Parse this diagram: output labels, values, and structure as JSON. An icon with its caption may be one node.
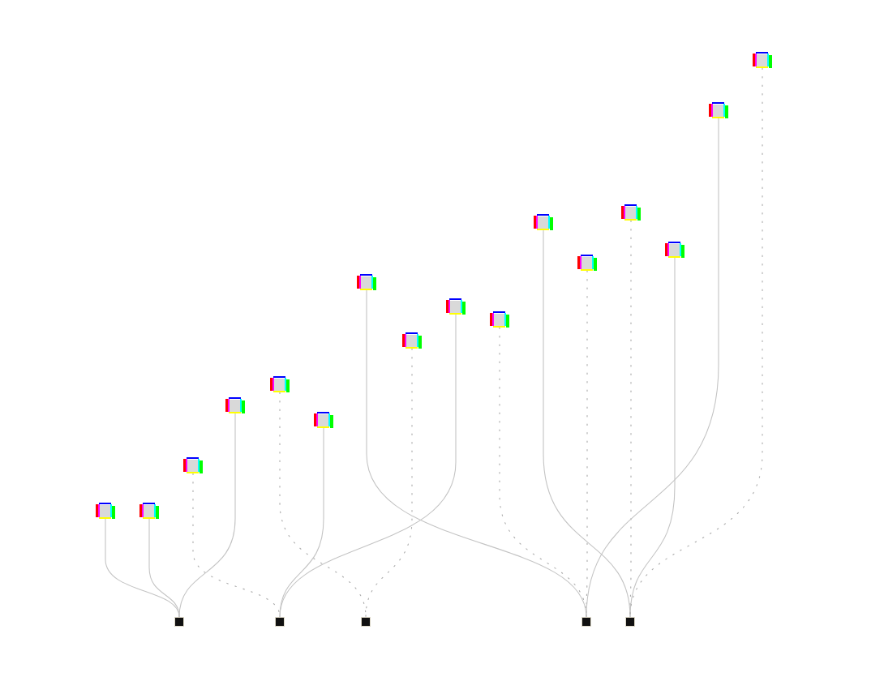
{
  "diagram": {
    "nodes": [
      {
        "text": [],
        "shape": "picture"
      },
      {
        "text": [],
        "shape": "picture"
      },
      {
        "text": [],
        "shape": "picture"
      },
      {
        "text": [],
        "shape": "picture"
      },
      {
        "text": [],
        "shape": "picture"
      },
      {
        "text": [],
        "shape": "picture"
      },
      {
        "text": [],
        "shape": "picture"
      },
      {
        "text": [],
        "shape": "picture"
      },
      {
        "text": [],
        "shape": "picture"
      },
      {
        "text": [],
        "shape": "picture"
      },
      {
        "text": [],
        "shape": "picture"
      },
      {
        "text": [],
        "shape": "picture"
      },
      {
        "text": [],
        "shape": "picture"
      },
      {
        "text": [],
        "shape": "picture"
      },
      {
        "text": [],
        "shape": "picture"
      },
      {
        "text": [],
        "shape": "picture"
      },
      {
        "text": [],
        "shape": "box"
      },
      {
        "text": [],
        "shape": "box"
      },
      {
        "text": [],
        "shape": "box"
      },
      {
        "text": [],
        "shape": "box"
      },
      {
        "text": [],
        "shape": "box"
      }
    ],
    "edges": [
      {
        "from": 0,
        "to": 16,
        "arrow": "none"
      },
      {
        "from": 1,
        "to": 16,
        "arrow": "none"
      },
      {
        "from": 2,
        "to": 17,
        "arrow": "none",
        "style": "dashed"
      },
      {
        "from": 3,
        "to": 16,
        "arrow": "none"
      },
      {
        "from": 4,
        "to": 18,
        "arrow": "none",
        "style": "dashed"
      },
      {
        "from": 5,
        "to": 17,
        "arrow": "none"
      },
      {
        "from": 6,
        "to": 19,
        "arrow": "none"
      },
      {
        "from": 7,
        "to": 18,
        "arrow": "none",
        "style": "dashed"
      },
      {
        "from": 8,
        "to": 17,
        "arrow": "none"
      },
      {
        "from": 9,
        "to": 19,
        "arrow": "none",
        "style": "dashed"
      },
      {
        "from": 10,
        "to": 20,
        "arrow": "none"
      },
      {
        "from": 11,
        "to": 19,
        "arrow": "none",
        "style": "dashed"
      },
      {
        "from": 12,
        "to": 20,
        "arrow": "none",
        "style": "dashed"
      },
      {
        "from": 13,
        "to": 20,
        "arrow": "none"
      },
      {
        "from": 14,
        "to": 19,
        "arrow": "none"
      },
      {
        "from": 15,
        "to": 20,
        "arrow": "none",
        "style": "dashed"
      }
    ]
  }
}
